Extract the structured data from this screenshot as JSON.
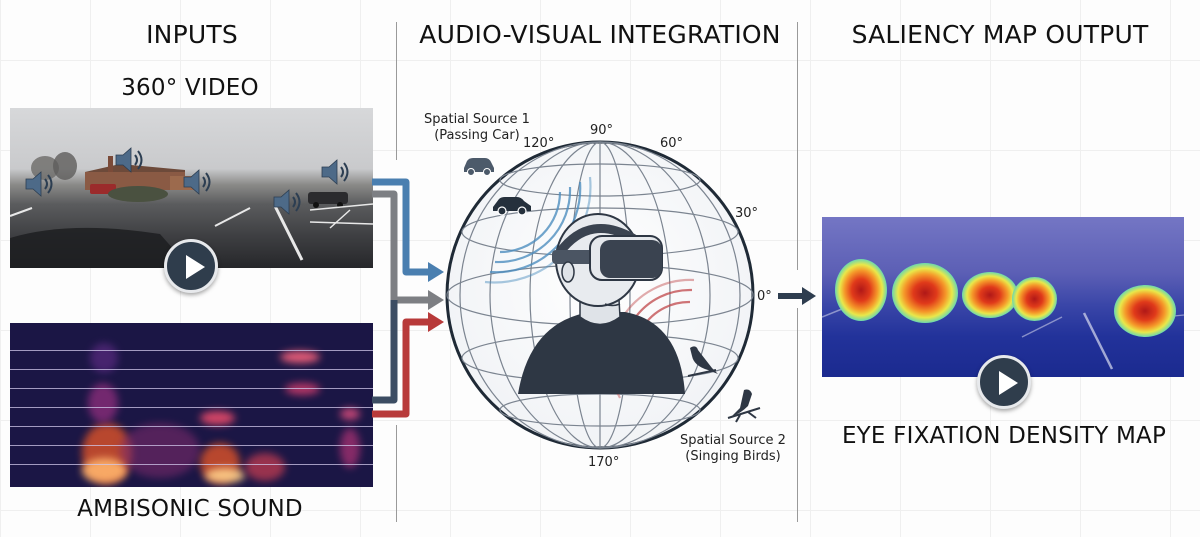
{
  "sections": {
    "inputs": {
      "title": "INPUTS"
    },
    "integration": {
      "title": "AUDIO-VISUAL INTEGRATION"
    },
    "output": {
      "title": "SALIENCY MAP OUTPUT"
    }
  },
  "inputs": {
    "video": {
      "label": "360° VIDEO",
      "icons": [
        "speaker-icon",
        "speaker-icon",
        "speaker-icon",
        "speaker-icon",
        "speaker-icon",
        "play-icon"
      ]
    },
    "audio": {
      "label": "AMBISONIC SOUND",
      "visual": "spectrogram"
    },
    "arrows": {
      "colors": {
        "blue": "#4a7fb0",
        "gray": "#7d7f83",
        "navy": "#3c4d63",
        "red": "#b83a3a"
      }
    }
  },
  "integration": {
    "source1": {
      "line1": "Spatial Source 1",
      "line2": "(Passing Car)",
      "icon": "car-icon",
      "wave_color": "#4f8fc0"
    },
    "source2": {
      "line1": "Spatial Source 2",
      "line2": "(Singing Birds)",
      "icon": "bird-icon",
      "wave_color": "#c0474a"
    },
    "angles": {
      "a90": "90°",
      "a120": "120°",
      "a60": "60°",
      "a30": "30°",
      "a0": "0°",
      "a170": "170°"
    },
    "center_icon": "vr-headset-user-icon"
  },
  "output": {
    "label": "EYE FIXATION DENSITY MAP",
    "icons": [
      "play-icon"
    ],
    "heat_colors": {
      "hot": "#b01818",
      "warm": "#f59a2a",
      "mid": "#e9e84a",
      "cool": "#5fd6b8",
      "base": "#2a3aa0"
    }
  }
}
